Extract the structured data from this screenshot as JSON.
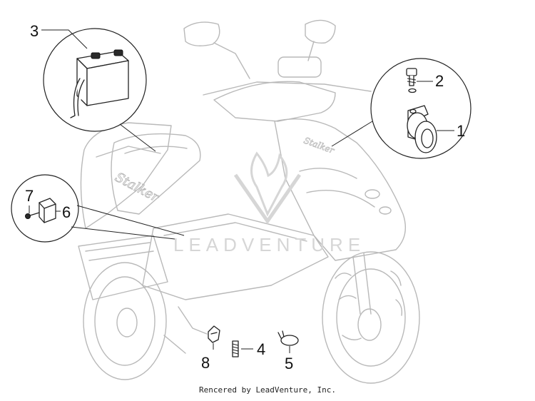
{
  "callouts": {
    "c1": "1",
    "c2": "2",
    "c3": "3",
    "c4": "4",
    "c5": "5",
    "c6": "6",
    "c7": "7",
    "c8": "8"
  },
  "watermark": "LEADVENTURE",
  "side_decal": "Stalker",
  "front_decal": "Stalker",
  "credit": "Rencered by LeadVenture, Inc.",
  "colors": {
    "ghost_lines": "#b9b9b9",
    "part_lines": "#222222",
    "watermark": "#d6d6d6"
  }
}
